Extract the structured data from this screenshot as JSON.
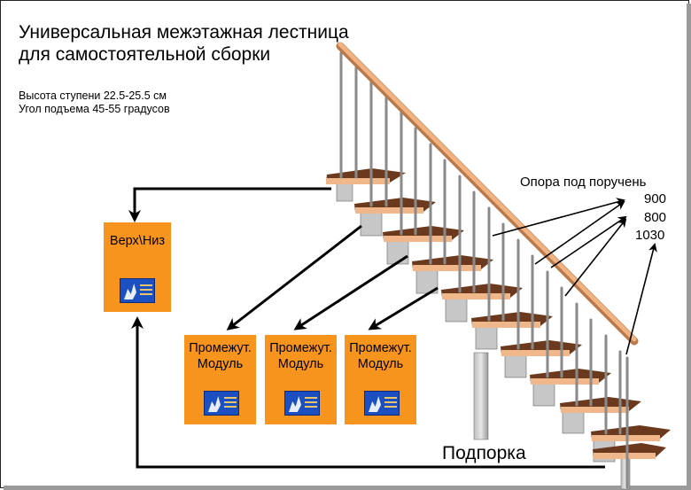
{
  "title_lines": [
    "Универсальная межэтажная лестница",
    "для самостоятельной сборки"
  ],
  "specs": [
    "Высота ступени 22.5-25.5 см",
    "Угол подъема 45-55 градусов"
  ],
  "modules": {
    "top_bottom": "Верх\\Низ",
    "middle_line1": "Промежут.",
    "middle_line2": "Модуль"
  },
  "handrail_support": {
    "label": "Опора под поручень",
    "sizes": [
      "900",
      "800",
      "1030"
    ]
  },
  "support_label": "Подпорка",
  "colors": {
    "module_box": "#f7941d",
    "tread_top": "#6b3a1e",
    "tread_edge": "#f0b88a",
    "handrail": "#f2b383",
    "arrow": "#000000"
  }
}
